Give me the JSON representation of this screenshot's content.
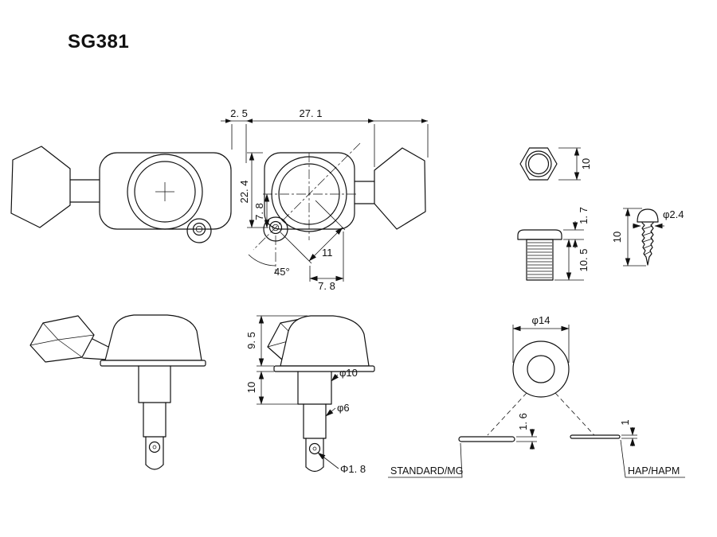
{
  "title": "SG381",
  "colors": {
    "line": "#111111",
    "background": "#ffffff"
  },
  "side_view": {
    "dim_2_5": "2. 5",
    "dim_27_1": "27. 1",
    "dim_22_4": "22. 4",
    "dim_7_8_vertical": "7. 8",
    "angle_45": "45°",
    "dim_11": "11",
    "dim_7_8_horizontal": "7. 8"
  },
  "nut": {
    "dim_10": "10"
  },
  "bushing": {
    "dim_1_7": "1. 7",
    "dim_10_5": "10. 5"
  },
  "screw": {
    "dim_dia_2_4": "φ2.4",
    "dim_10": "10"
  },
  "front_view": {
    "dim_9_5": "9. 5",
    "dim_10": "10",
    "dim_dia_10": "φ10",
    "dim_dia_6": "φ6",
    "dim_dia_1_8": "Φ1. 8"
  },
  "washer": {
    "dim_dia_14": "φ14",
    "dim_1_6": "1. 6",
    "dim_1": "1",
    "label_standard": "STANDARD/MG",
    "label_hap": "HAP/HAPM"
  }
}
